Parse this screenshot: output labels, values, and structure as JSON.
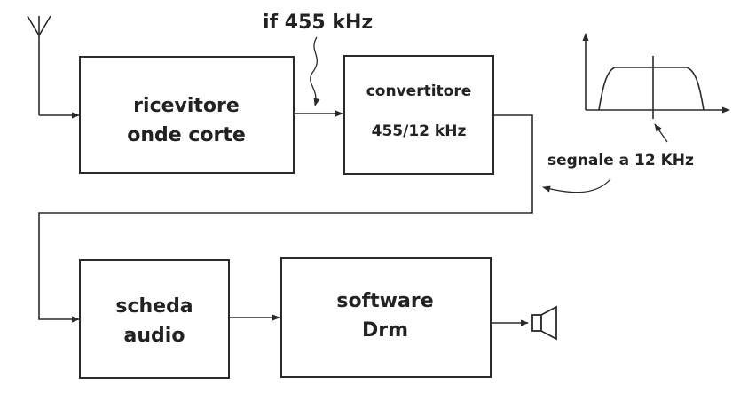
{
  "blocks": {
    "receiver": {
      "line1": "ricevitore",
      "line2": "onde corte"
    },
    "converter": {
      "line1": "convertitore",
      "line2": "455/12 kHz"
    },
    "soundcard": {
      "line1": "scheda",
      "line2": "audio"
    },
    "software": {
      "line1": "software",
      "line2": "Drm"
    }
  },
  "labels": {
    "if_frequency": "if 455 kHz",
    "signal_12khz": "segnale a 12 KHz"
  },
  "icons": [
    "antenna-icon",
    "speaker-icon",
    "spectrum-plot"
  ]
}
